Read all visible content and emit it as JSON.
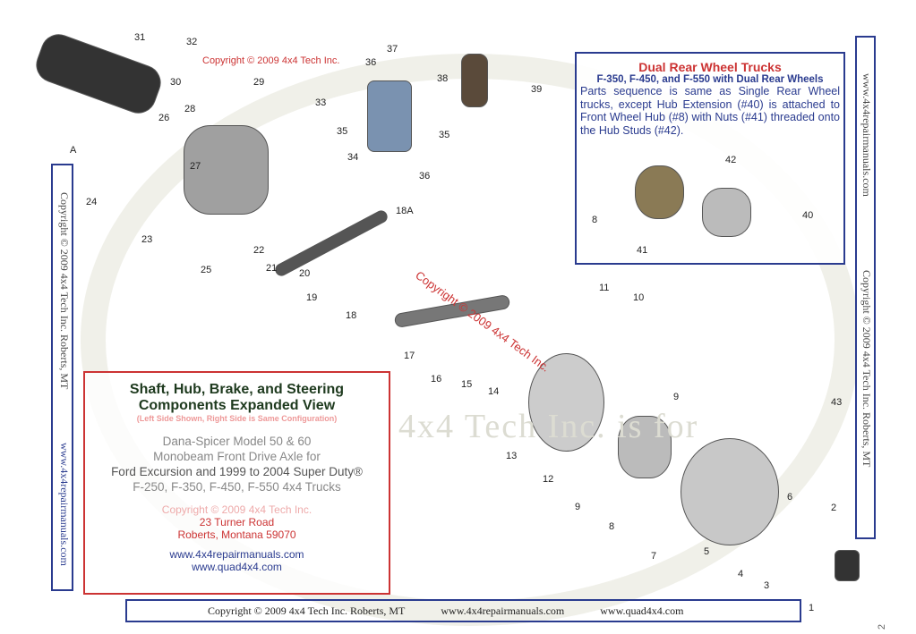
{
  "top_copyright": "Copyright © 2009 4x4 Tech Inc.",
  "diagonal_copyright": "Copyright © 2009 4x4 Tech Inc.",
  "watermark": "4x4 Tech Inc. is for",
  "left_side": {
    "copyright": "Copyright © 2009 4x4 Tech Inc. Roberts, MT",
    "url": "www.4x4repairmanuals.com"
  },
  "right_side": {
    "url": "www.4x4repairmanuals.com",
    "copyright": "Copyright © 2009 4x4 Tech Inc. Roberts, MT"
  },
  "info": {
    "title1": "Shaft, Hub, Brake, and Steering",
    "title2": "Components Expanded View",
    "subtitle": "(Left Side Shown, Right Side is Same Configuration)",
    "model": [
      "Dana-Spicer Model 50 & 60",
      "Monobeam Front Drive Axle for",
      "Ford Excursion and 1999 to 2004 Super Duty®",
      "F-250, F-350, F-450, F-550 4x4 Trucks"
    ],
    "copyright": "Copyright © 2009 4x4 Tech Inc.",
    "address1": "23 Turner Road",
    "address2": "Roberts, Montana 59070",
    "url1": "www.4x4repairmanuals.com",
    "url2": "www.quad4x4.com"
  },
  "drw": {
    "title": "Dual Rear Wheel Trucks",
    "subtitle": "F-350, F-450, and F-550 with Dual Rear Wheels",
    "body": "Parts sequence is same as Single Rear Wheel trucks, except Hub Extension (#40) is attached to Front Wheel Hub (#8) with Nuts (#41) threaded onto the Hub Studs (#42)."
  },
  "footer": {
    "copyright": "Copyright © 2009 4x4 Tech Inc. Roberts, MT",
    "url1": "www.4x4repairmanuals.com",
    "url2": "www.quad4x4.com"
  },
  "page_number": "2",
  "labels": [
    "31",
    "32",
    "30",
    "29",
    "26",
    "28",
    "27",
    "A",
    "24",
    "23",
    "22",
    "25",
    "21",
    "20",
    "19",
    "18",
    "18A",
    "17",
    "16",
    "15",
    "14",
    "13",
    "12",
    "9",
    "8",
    "7",
    "5",
    "6",
    "4",
    "3",
    "2",
    "1",
    "43",
    "9",
    "10",
    "11",
    "33",
    "35",
    "34",
    "36",
    "36",
    "35",
    "37",
    "38",
    "39",
    "8",
    "41",
    "42",
    "40"
  ]
}
